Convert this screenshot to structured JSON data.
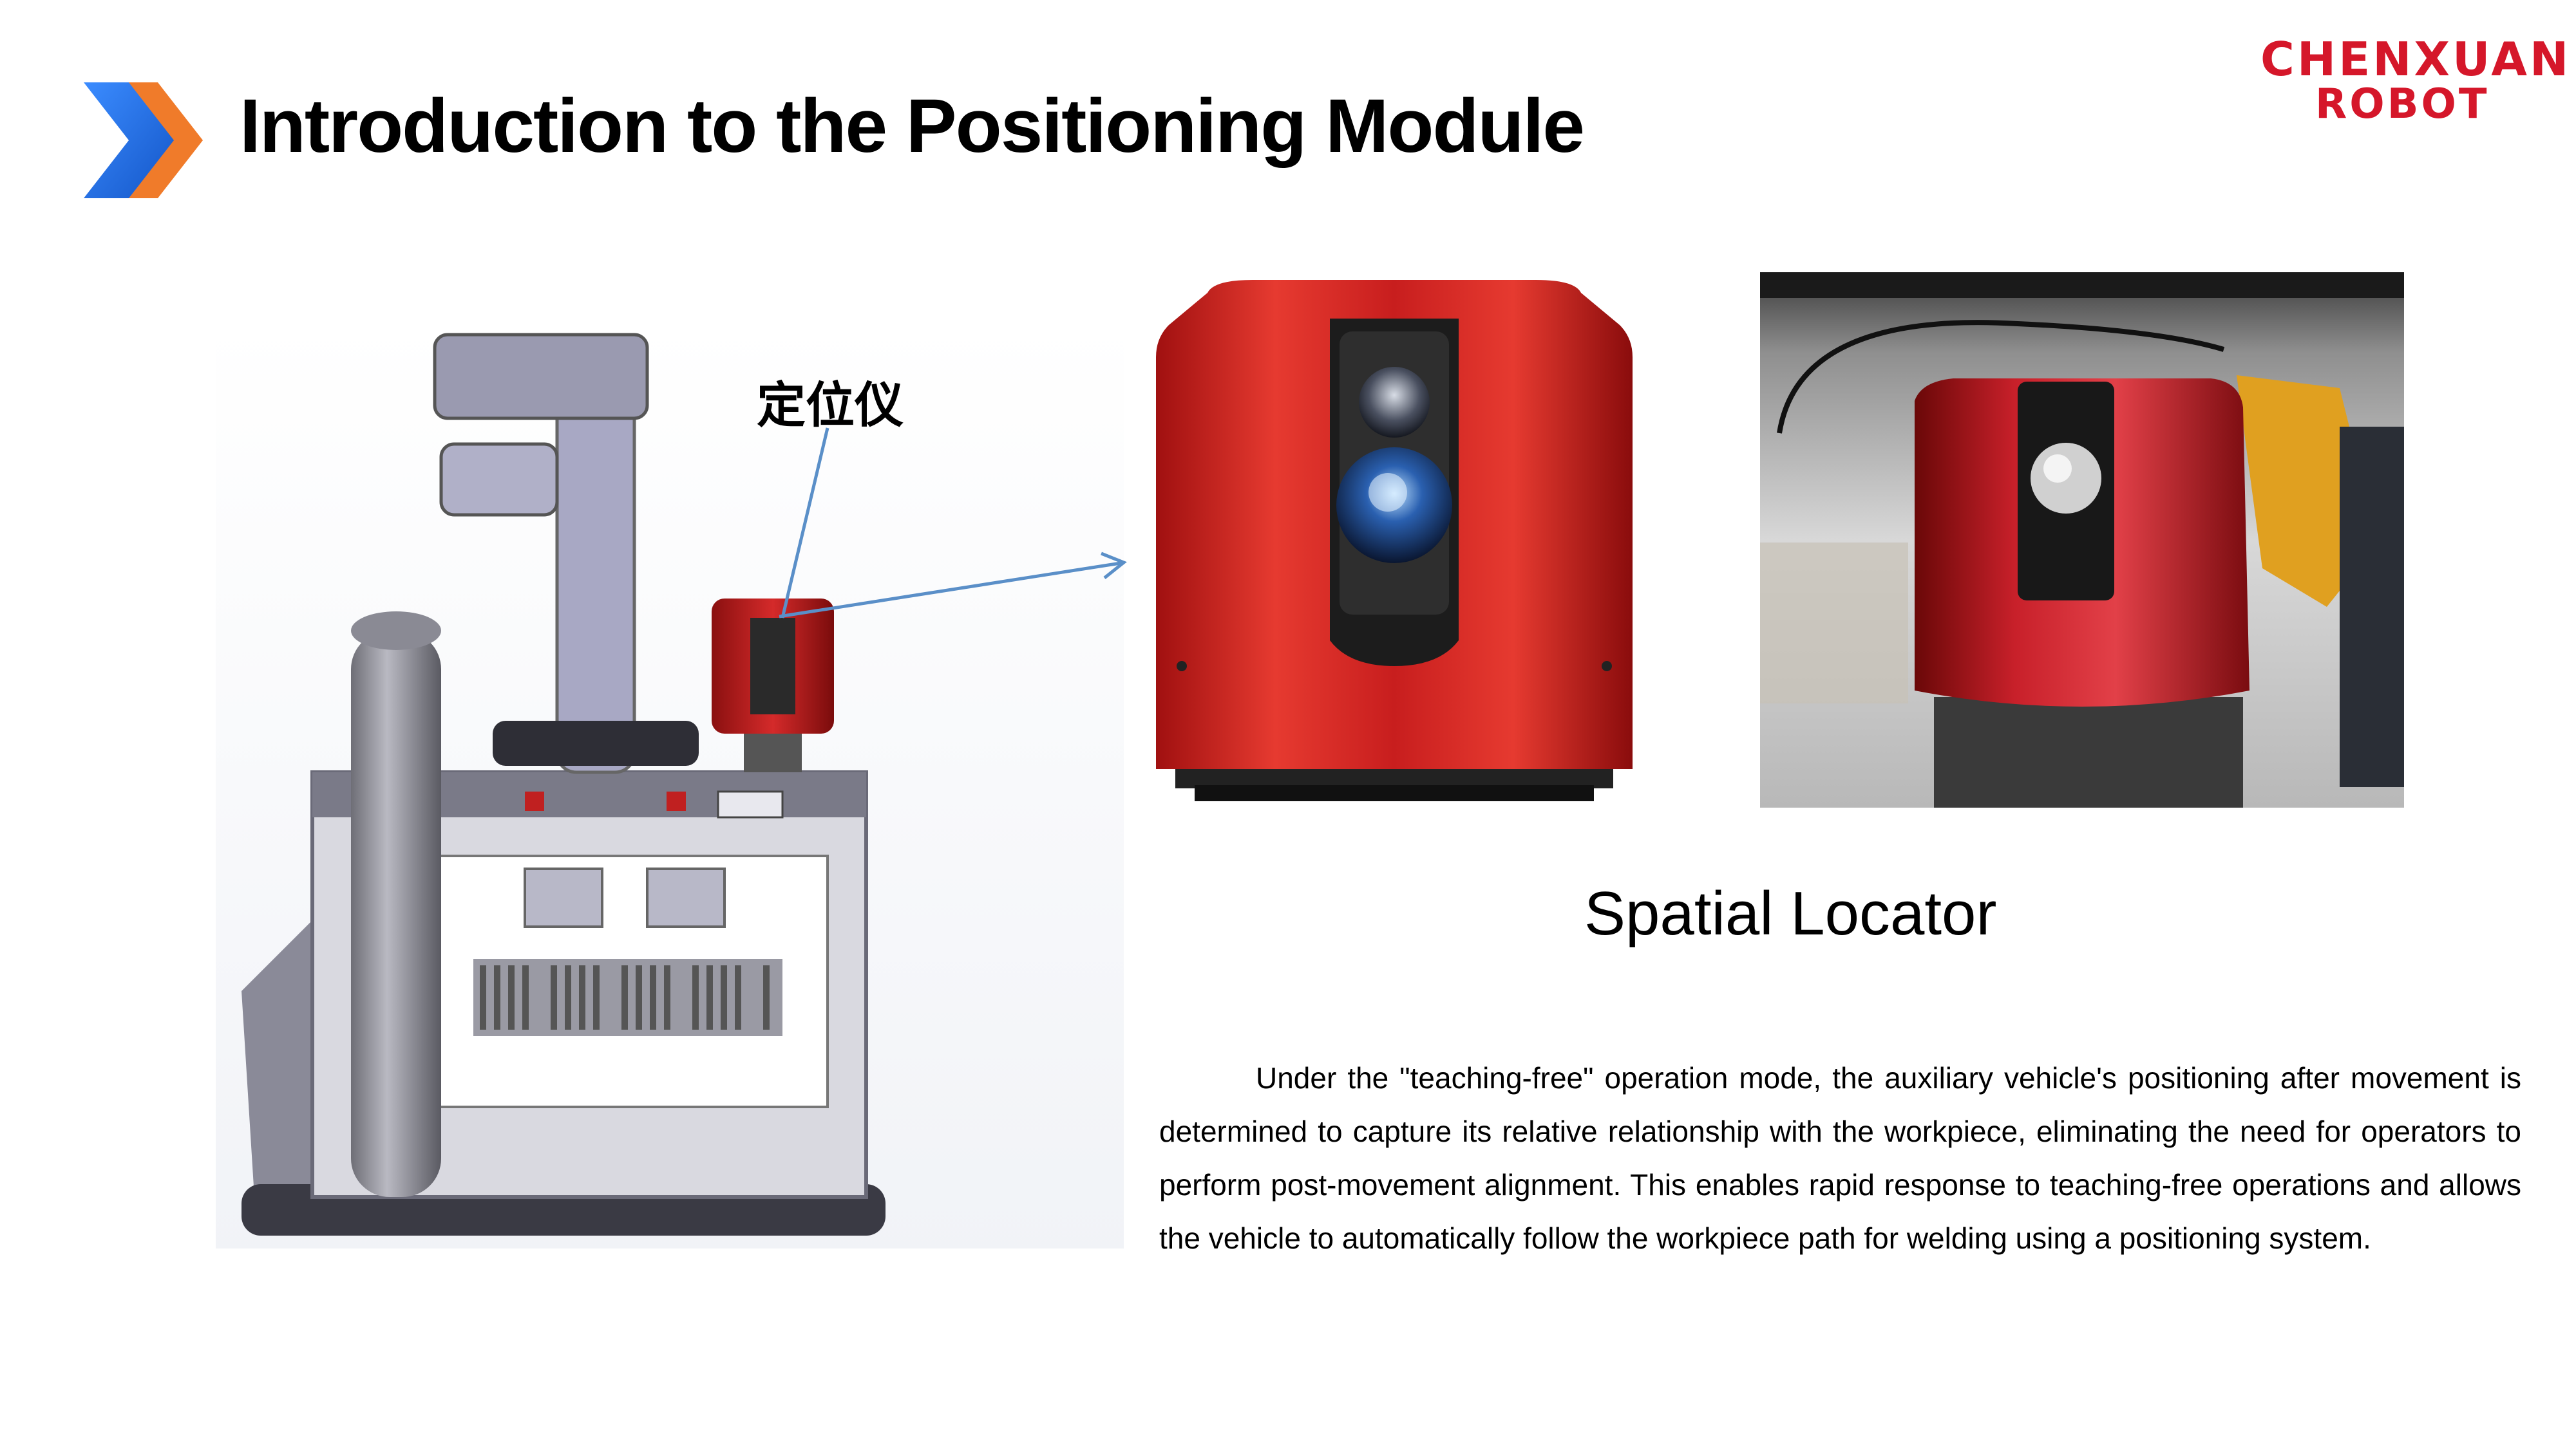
{
  "slide": {
    "title": "Introduction to the Positioning Module",
    "logo": {
      "line1": "CHENXUAN",
      "line2": "ROBOT",
      "color": "#d5172a"
    },
    "accent_colors": {
      "chevron_blue": "#1f6fe0",
      "chevron_orange": "#f07b2a",
      "locator_red": "#c81e1e"
    },
    "left_figure": {
      "callout_label": "定位仪",
      "icon": "robot-vehicle-illustration"
    },
    "right_figures": {
      "render_icon": "locator-render",
      "photo_icon": "locator-photo"
    },
    "subheading": "Spatial Locator",
    "body": "Under the \"teaching-free\" operation mode, the auxiliary vehicle's positioning after movement is determined to capture its relative relationship with the workpiece, eliminating the need for operators to perform post-movement alignment. This enables rapid response to teaching-free operations and allows the vehicle to automatically follow the workpiece path for welding using a positioning system."
  }
}
